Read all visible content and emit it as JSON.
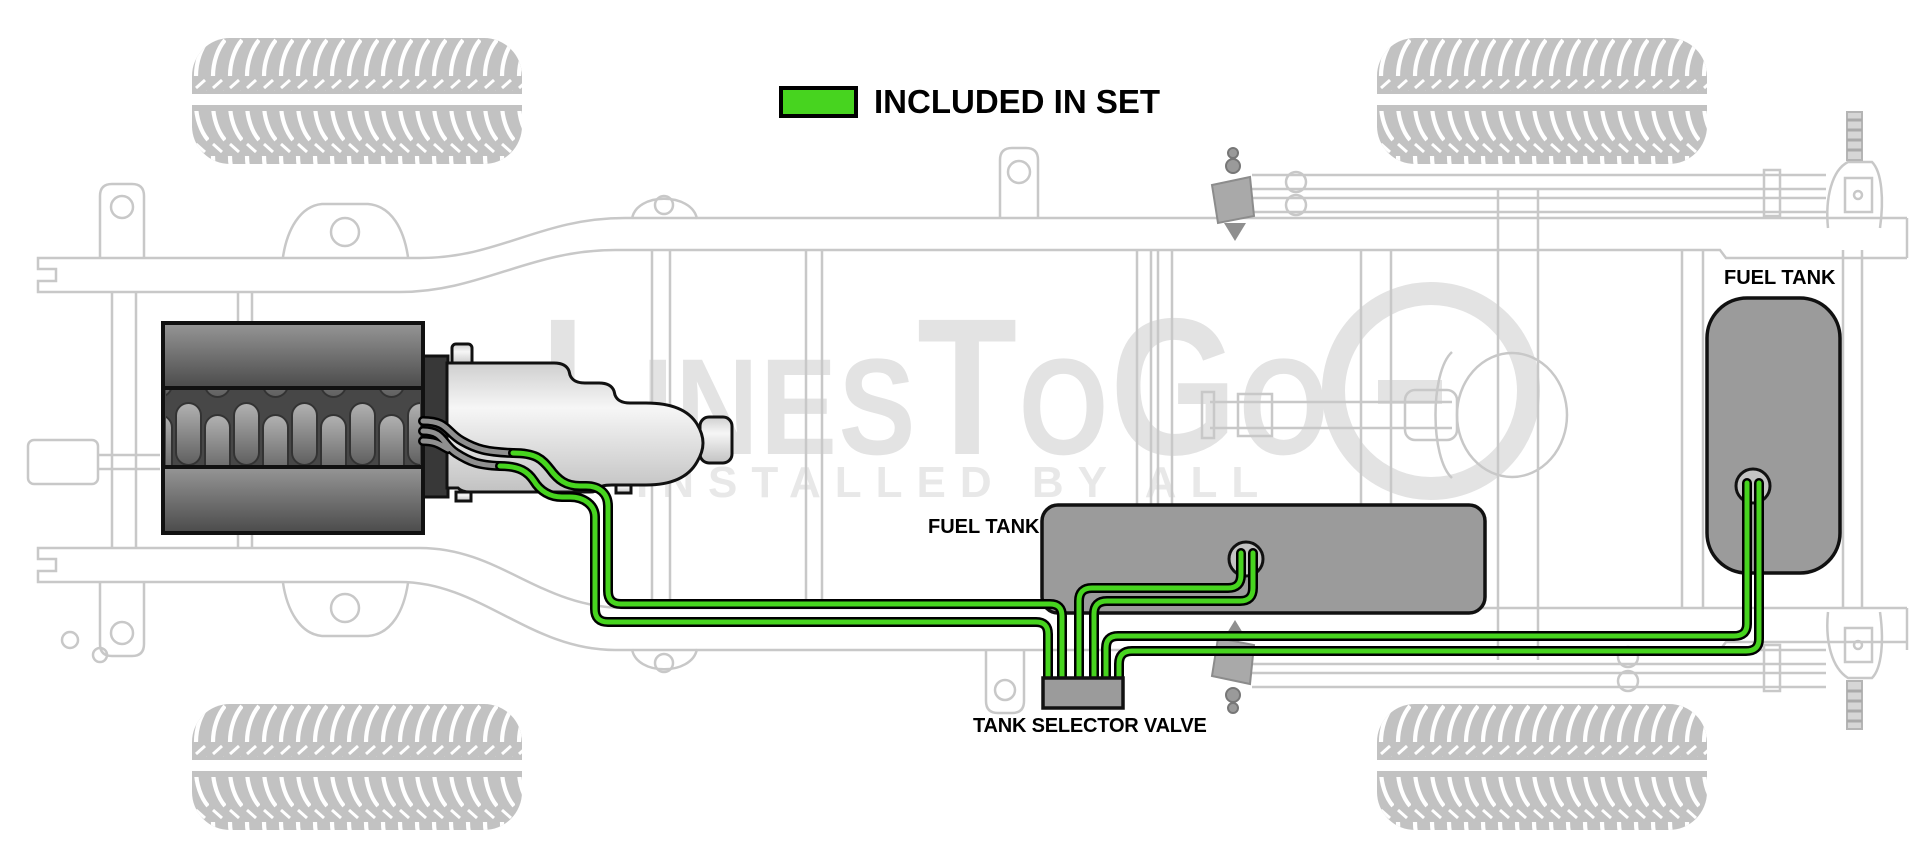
{
  "legend": {
    "label": "INCLUDED IN SET",
    "swatch_color": "#47d41f"
  },
  "watermark": {
    "brand": "LinesToGo",
    "tagline": "INSTALLED BY ALL"
  },
  "labels": {
    "front_tank": "FUEL TANK",
    "rear_tank": "FUEL TANK",
    "selector_valve": "TANK SELECTOR VALVE"
  },
  "colors": {
    "included_line": "#47d41f",
    "excluded_line": "#8f8f8f",
    "tank_fill": "#9b9b9b",
    "chassis_line": "#c8c8c8",
    "watermark": "#e3e3e3",
    "label_text": "#000000"
  }
}
